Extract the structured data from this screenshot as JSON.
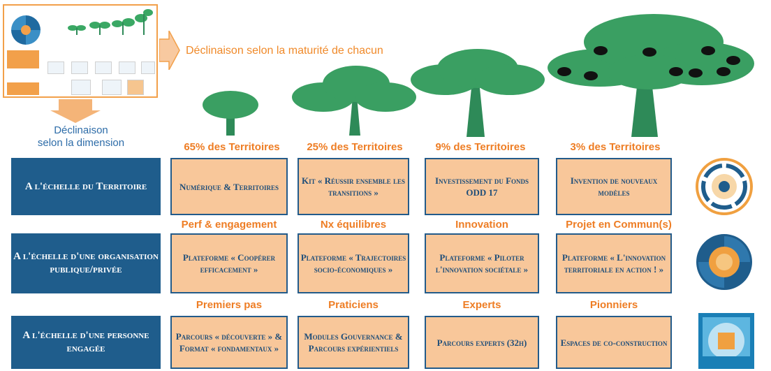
{
  "captions": {
    "maturity": "Déclinaison selon la maturité de chacun",
    "dimension_line1": "Déclinaison",
    "dimension_line2": "selon la dimension"
  },
  "columns": [
    "65% des Territoires",
    "25% des Territoires",
    "9% des Territoires",
    "3% des Territoires"
  ],
  "rows": [
    {
      "label": "A l'échelle du Territoire",
      "subheads": [],
      "cells": [
        "Numérique & Territoires",
        "Kit « Réussir ensemble les transitions »",
        "Investissement du Fonds ODD 17",
        "Invention de nouveaux modèles"
      ]
    },
    {
      "label": "A l'échelle d'une organisation publique/privée",
      "subheads": [
        "Perf & engagement",
        "Nx équilibres",
        "Innovation",
        "Projet en Commun(s)"
      ],
      "cells": [
        "Plateforme « Coopérer efficacement »",
        "Plateforme « Trajectoires socio-économiques »",
        "Plateforme « Piloter l'innovation sociétale »",
        "Plateforme « L'innovation territoriale en action ! »"
      ]
    },
    {
      "label": "A l'échelle d'une personne engagée",
      "subheads": [
        "Premiers pas",
        "Praticiens",
        "Experts",
        "Pionniers"
      ],
      "cells": [
        "Parcours « découverte » & Format « fondamentaux »",
        "Modules Gouvernance & Parcours expérientiels",
        "Parcours experts (32h)",
        "Espaces de co-construction"
      ]
    }
  ],
  "colors": {
    "orange": "#ee7d24",
    "navy": "#1f5d8c",
    "cell_fill": "#f8c79a",
    "tree_green": "#3a9f62"
  }
}
